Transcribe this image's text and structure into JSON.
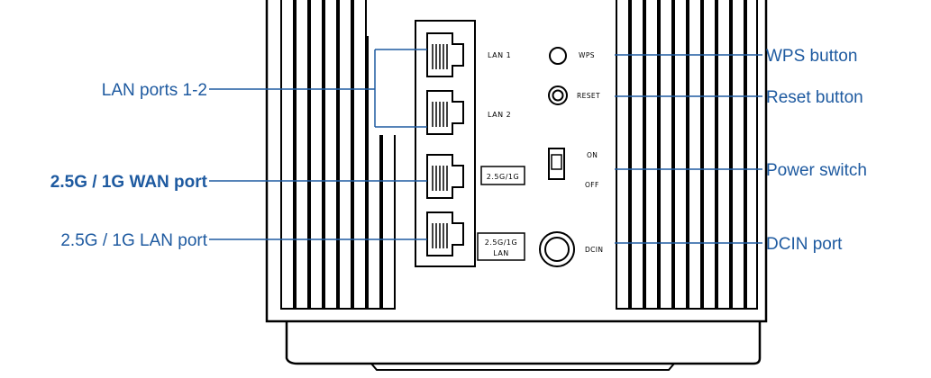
{
  "colors": {
    "callout_text": "#1e5aa0",
    "leader_line": "#1e5aa0",
    "device_outline": "#000000",
    "device_fill": "#ffffff"
  },
  "callouts": {
    "lan_ports": "LAN ports 1-2",
    "wan_port": "2.5G / 1G WAN port",
    "lan_port_25g": "2.5G / 1G LAN port",
    "wps_button": "WPS button",
    "reset_button": "Reset button",
    "power_switch": "Power switch",
    "dcin_port": "DCIN port"
  },
  "device_labels": {
    "lan1": "LAN 1",
    "lan2": "LAN 2",
    "wan_badge": "2.5G/1G",
    "lan_badge_line1": "2.5G/1G",
    "lan_badge_line2": "LAN",
    "wps": "WPS",
    "reset": "RESET",
    "on": "ON",
    "off": "OFF",
    "dcin": "DCIN"
  }
}
